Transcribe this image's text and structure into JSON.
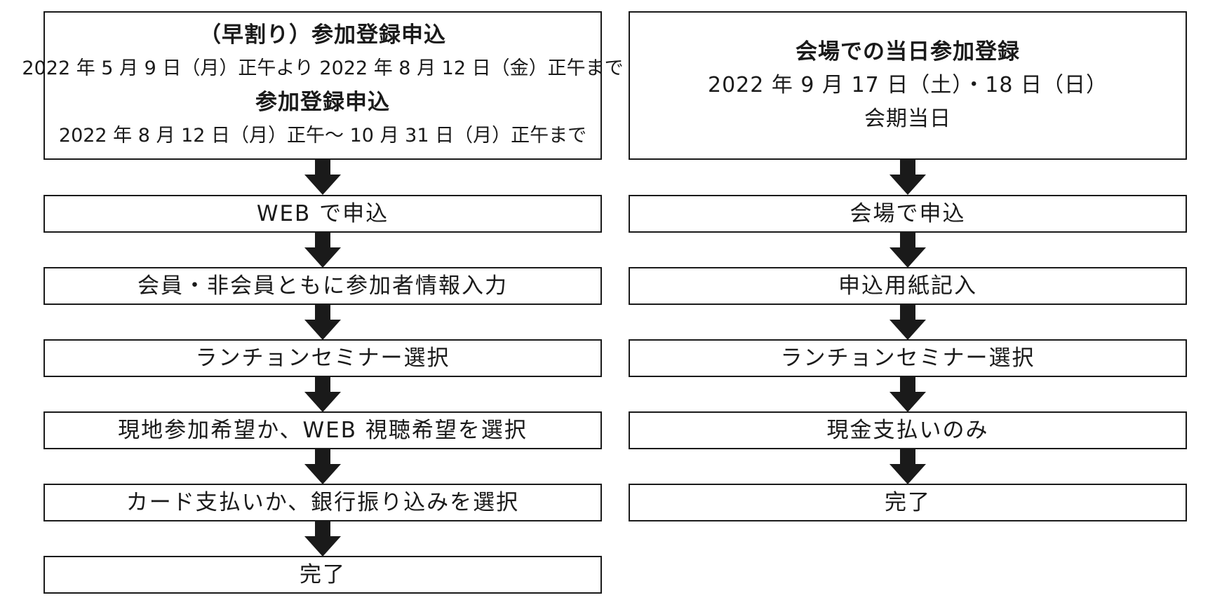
{
  "left": {
    "header": {
      "early_title": "（早割り）参加登録申込",
      "early_period": "2022 年 5 月 9 日（月）正午より 2022 年 8 月 12 日（金）正午まで",
      "regular_title": "参加登録申込",
      "regular_period": "2022 年 8 月 12 日（月）正午～ 10 月 31 日（月）正午まで"
    },
    "steps": [
      "WEB で申込",
      "会員・非会員ともに参加者情報入力",
      "ランチョンセミナー選択",
      "現地参加希望か、WEB 視聴希望を選択",
      "カード支払いか、銀行振り込みを選択",
      "完了"
    ]
  },
  "right": {
    "header": {
      "title": "会場での当日参加登録",
      "dates": "2022 年 9 月 17 日（土）・18 日（日）",
      "note": "会期当日"
    },
    "steps": [
      "会場で申込",
      "申込用紙記入",
      "ランチョンセミナー選択",
      "現金支払いのみ",
      "完了"
    ]
  }
}
